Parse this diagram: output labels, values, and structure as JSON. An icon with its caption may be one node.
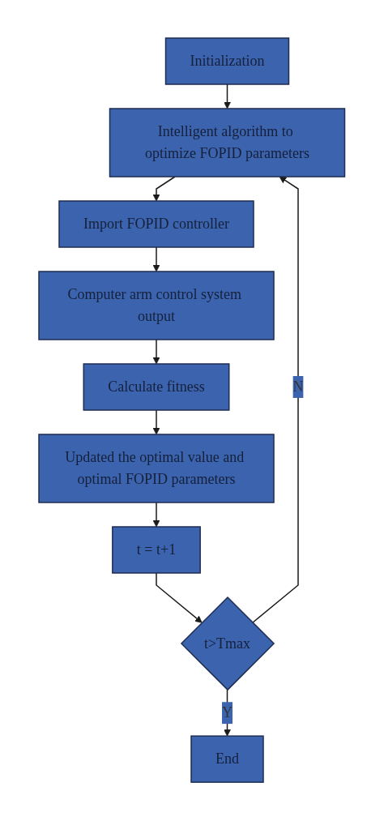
{
  "diagram": {
    "nodes": [
      {
        "text": [
          "Initialization"
        ]
      },
      {
        "text": [
          "Intelligent algorithm to optimize FOPID parameters"
        ]
      },
      {
        "text": [
          "Import FOPID controller"
        ]
      },
      {
        "text": [
          "Computer arm control system output"
        ]
      },
      {
        "text": [
          "Calculate fitness"
        ]
      },
      {
        "text": [
          "Updated the optimal value and optimal FOPID parameters"
        ]
      },
      {
        "text": [
          "t = t+1"
        ]
      },
      {
        "text": [
          "t>Tmax"
        ]
      },
      {
        "text": [
          "End"
        ]
      }
    ],
    "edges": [
      {
        "from": 0,
        "to": 1,
        "arrow": "to"
      },
      {
        "from": 1,
        "to": 2,
        "arrow": "to"
      },
      {
        "from": 2,
        "to": 3,
        "arrow": "to"
      },
      {
        "from": 3,
        "to": 4,
        "arrow": "to"
      },
      {
        "from": 4,
        "to": 5,
        "arrow": "to"
      },
      {
        "from": 5,
        "to": 6,
        "arrow": "to"
      },
      {
        "from": 6,
        "to": 7,
        "arrow": "to"
      },
      {
        "from": 7,
        "to": 1,
        "arrow": "to",
        "label": "N"
      },
      {
        "from": 7,
        "to": 8,
        "arrow": "to",
        "label": "Y"
      }
    ]
  }
}
